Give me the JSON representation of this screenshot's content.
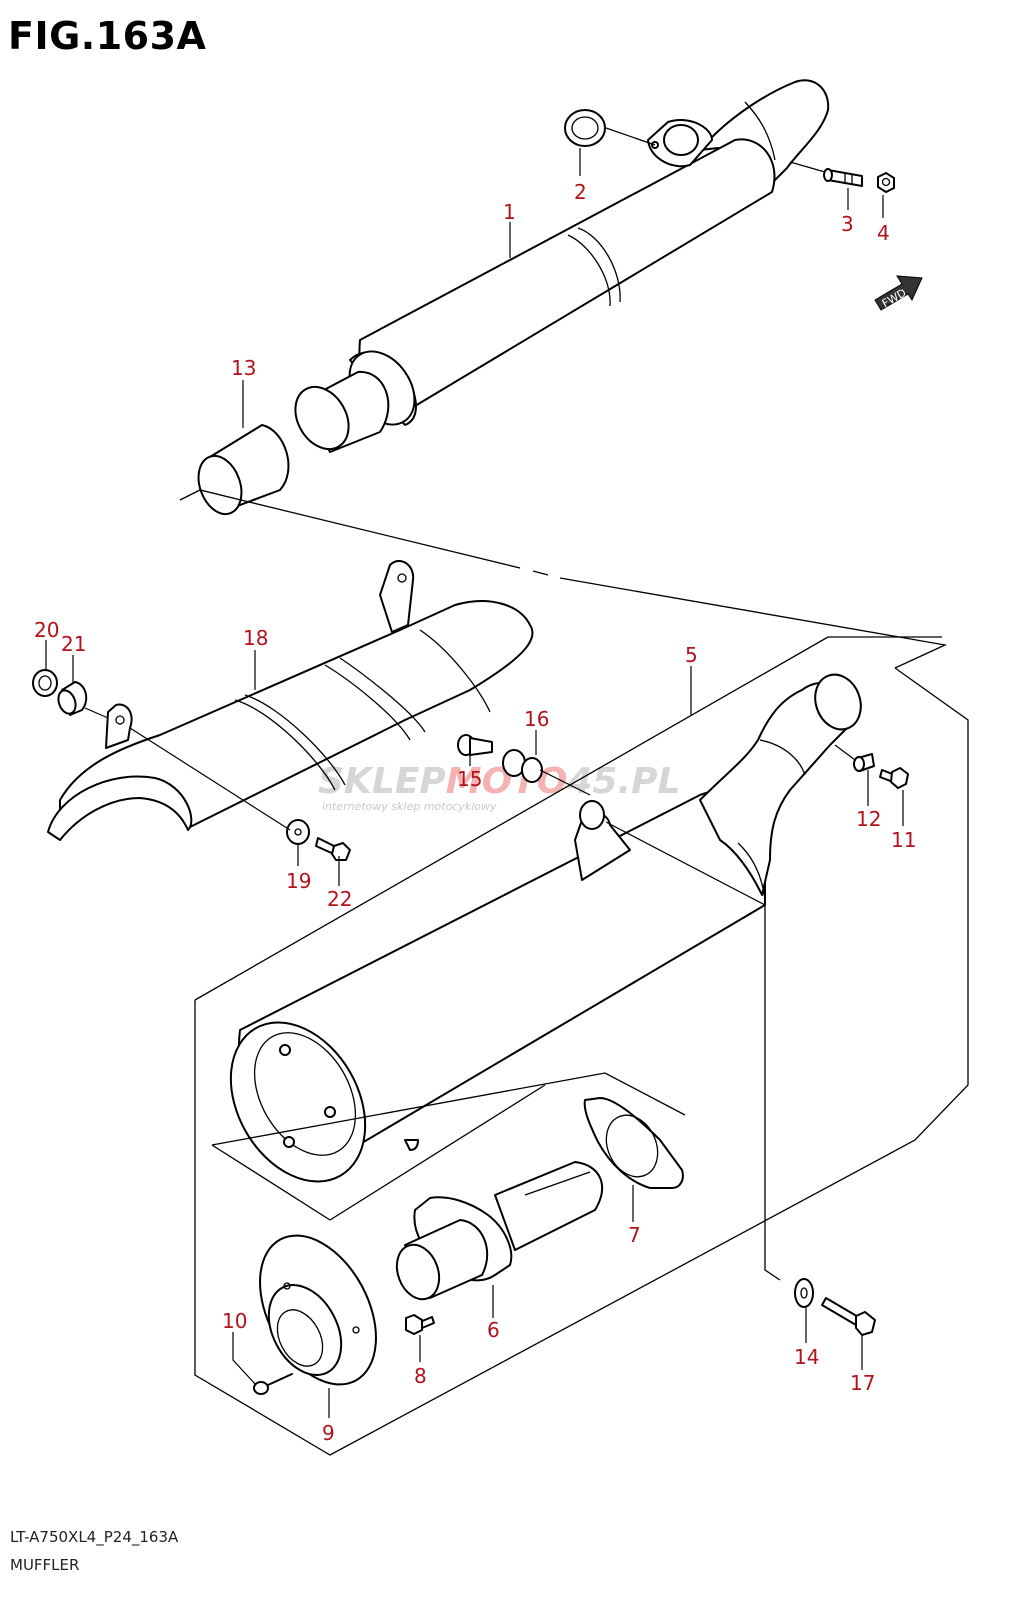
{
  "figure": {
    "title": "FIG.163A",
    "code": "LT-A750XL4_P24_163A",
    "caption": "MUFFLER"
  },
  "fwd_label": "FWD",
  "watermark": {
    "main_dark": "SKLEP",
    "main_red": "MOTO",
    "main_tail": "45.PL",
    "sub": "internetowy sklep motocyklowy"
  },
  "colors": {
    "label": "#b3121a",
    "line": "#000000",
    "watermark_red": "#f4b3b3",
    "watermark_gray": "#d6d6d6"
  },
  "parts": [
    {
      "num": "1"
    },
    {
      "num": "2"
    },
    {
      "num": "3"
    },
    {
      "num": "4"
    },
    {
      "num": "5"
    },
    {
      "num": "6"
    },
    {
      "num": "7"
    },
    {
      "num": "8"
    },
    {
      "num": "9"
    },
    {
      "num": "10"
    },
    {
      "num": "11"
    },
    {
      "num": "12"
    },
    {
      "num": "13"
    },
    {
      "num": "14"
    },
    {
      "num": "15"
    },
    {
      "num": "16"
    },
    {
      "num": "17"
    },
    {
      "num": "18"
    },
    {
      "num": "19"
    },
    {
      "num": "20"
    },
    {
      "num": "21"
    },
    {
      "num": "22"
    }
  ]
}
